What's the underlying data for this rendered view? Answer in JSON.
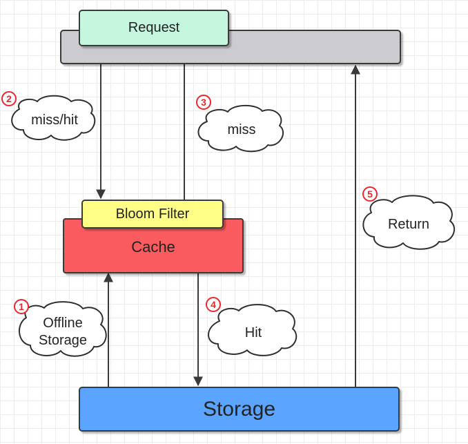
{
  "nodes": {
    "request": "Request",
    "bloom_filter": "Bloom Filter",
    "cache": "Cache",
    "storage": "Storage"
  },
  "steps": [
    {
      "number": "1",
      "label_lines": [
        "Offline",
        "Storage"
      ]
    },
    {
      "number": "2",
      "label_lines": [
        "miss/hit"
      ]
    },
    {
      "number": "3",
      "label_lines": [
        "miss"
      ]
    },
    {
      "number": "4",
      "label_lines": [
        "Hit"
      ]
    },
    {
      "number": "5",
      "label_lines": [
        "Return"
      ]
    }
  ],
  "colors": {
    "request_fill": "#c5f7df",
    "client_bar_fill": "#cccbd0",
    "bloom_fill": "#ffff88",
    "cache_fill": "#fa5b5e",
    "storage_fill": "#5ba4ff",
    "step_badge": "#e8262b",
    "line": "#3a3a3a"
  }
}
